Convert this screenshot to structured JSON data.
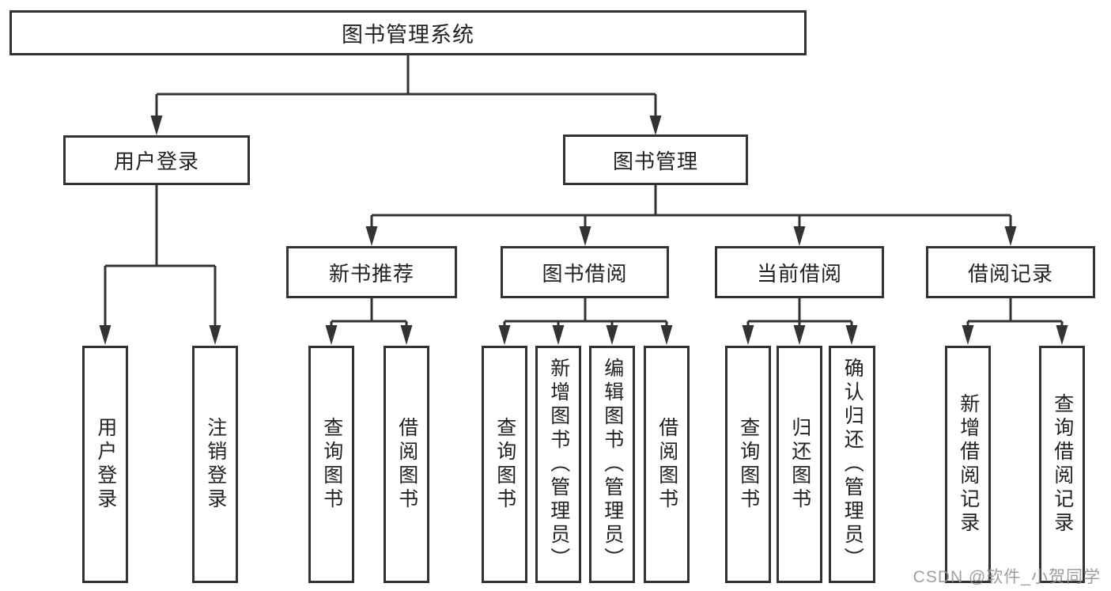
{
  "colors": {
    "line": "#333333",
    "text": "#222222",
    "background": "#ffffff",
    "watermark": "#949494"
  },
  "watermark": "CSDN @软件_小贺同学",
  "tree": {
    "root": {
      "label": "图书管理系统",
      "children": [
        {
          "label": "用户登录",
          "children": [
            {
              "label": "用户登录"
            },
            {
              "label": "注销登录"
            }
          ]
        },
        {
          "label": "图书管理",
          "children": [
            {
              "label": "新书推荐",
              "children": [
                {
                  "label": "查询图书"
                },
                {
                  "label": "借阅图书"
                }
              ]
            },
            {
              "label": "图书借阅",
              "children": [
                {
                  "label": "查询图书"
                },
                {
                  "label": "新增图书（管理员）"
                },
                {
                  "label": "编辑图书（管理员）"
                },
                {
                  "label": "借阅图书"
                }
              ]
            },
            {
              "label": "当前借阅",
              "children": [
                {
                  "label": "查询图书"
                },
                {
                  "label": "归还图书"
                },
                {
                  "label": "确认归还（管理员）"
                }
              ]
            },
            {
              "label": "借阅记录",
              "children": [
                {
                  "label": "新增借阅记录"
                },
                {
                  "label": "查询借阅记录"
                }
              ]
            }
          ]
        }
      ]
    }
  }
}
